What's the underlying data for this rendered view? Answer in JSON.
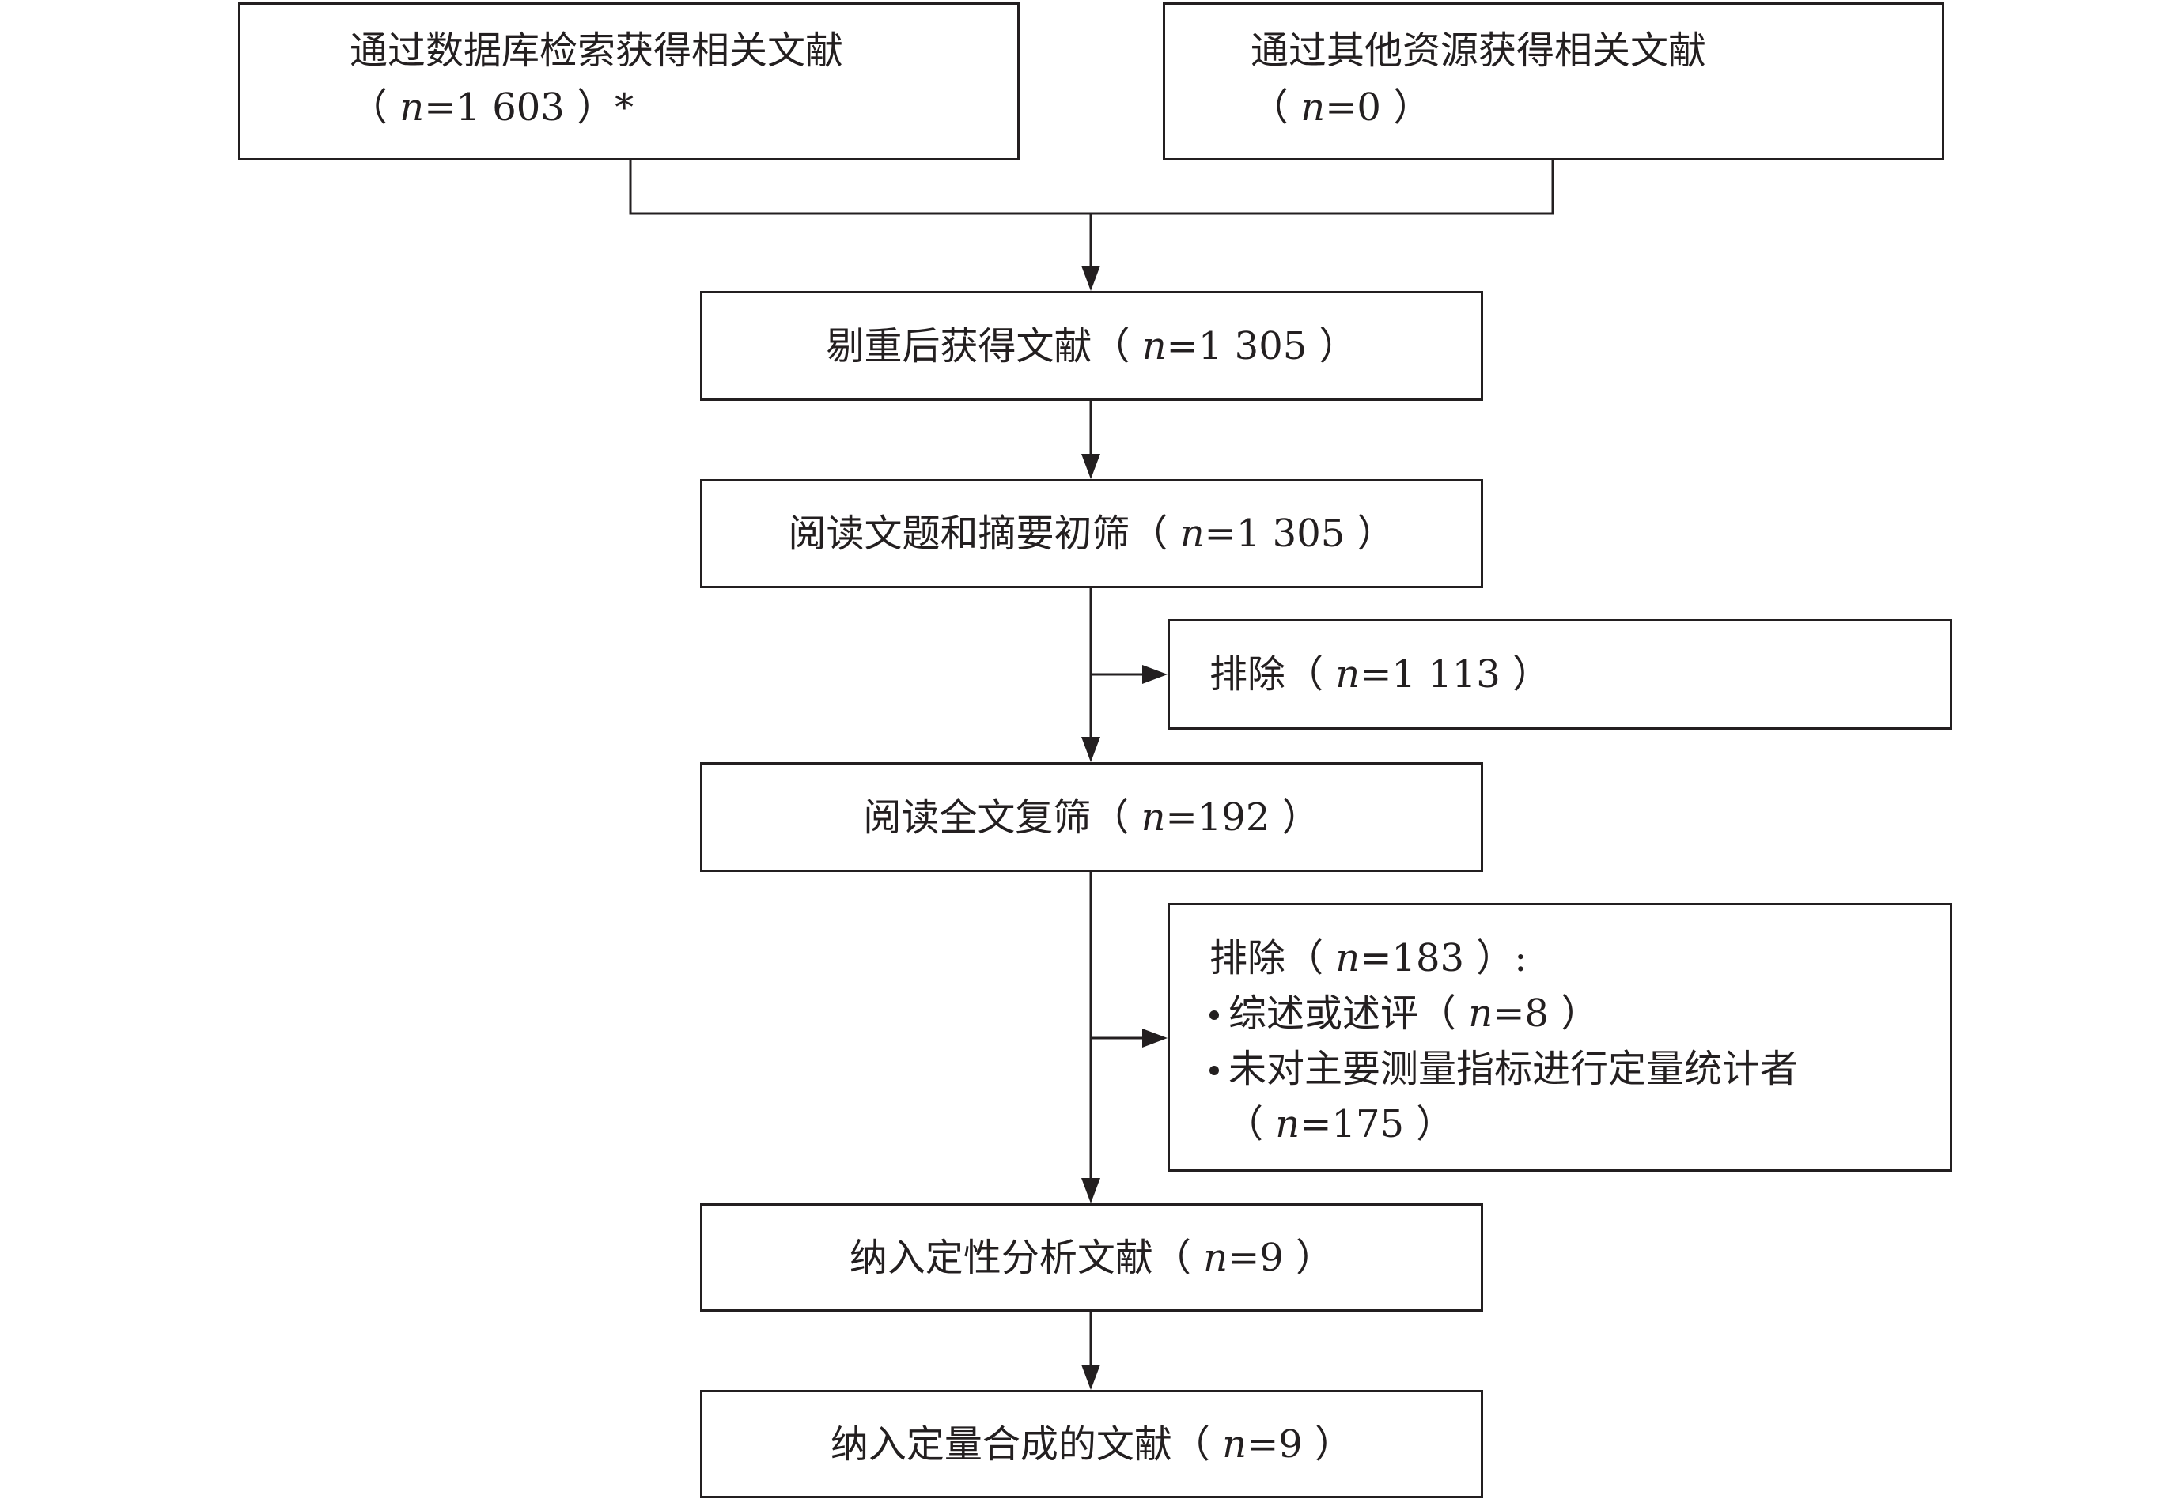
{
  "boxes": {
    "db_search": {
      "line1": "通过数据库检索获得相关文献",
      "count_prefix": "（ ",
      "n_symbol": "n",
      "count_value": "=1 603",
      "count_suffix": " ）*"
    },
    "other_sources": {
      "line1": "通过其他资源获得相关文献",
      "count_prefix": "（ ",
      "n_symbol": "n",
      "count_value": "=0",
      "count_suffix": " ）"
    },
    "deduplicated": {
      "label": "剔重后获得文献（ ",
      "n_symbol": "n",
      "count_value": "=1 305",
      "count_suffix": " ）"
    },
    "title_abstract": {
      "label": "阅读文题和摘要初筛（ ",
      "n_symbol": "n",
      "count_value": "=1 305",
      "count_suffix": " ）"
    },
    "exclude_1": {
      "label": "排除（ ",
      "n_symbol": "n",
      "count_value": "=1 113",
      "count_suffix": " ）"
    },
    "full_text": {
      "label": "阅读全文复筛（ ",
      "n_symbol": "n",
      "count_value": "=192",
      "count_suffix": " ）"
    },
    "exclude_2": {
      "label": "排除（ ",
      "n_symbol": "n",
      "count_value": "=183",
      "count_suffix": " ）:",
      "reason_1": {
        "label": "综述或述评（ ",
        "n_symbol": "n",
        "count_value": "=8",
        "count_suffix": " ）"
      },
      "reason_2": {
        "label": "未对主要测量指标进行定量统计者",
        "count_prefix": "（ ",
        "n_symbol": "n",
        "count_value": "=175",
        "count_suffix": " ）"
      }
    },
    "qualitative": {
      "label": "纳入定性分析文献（ ",
      "n_symbol": "n",
      "count_value": "=9",
      "count_suffix": " ）"
    },
    "quantitative": {
      "label": "纳入定量合成的文献（ ",
      "n_symbol": "n",
      "count_value": "=9",
      "count_suffix": " ）"
    }
  },
  "colors": {
    "ink": "#231f20",
    "background": "#ffffff"
  }
}
